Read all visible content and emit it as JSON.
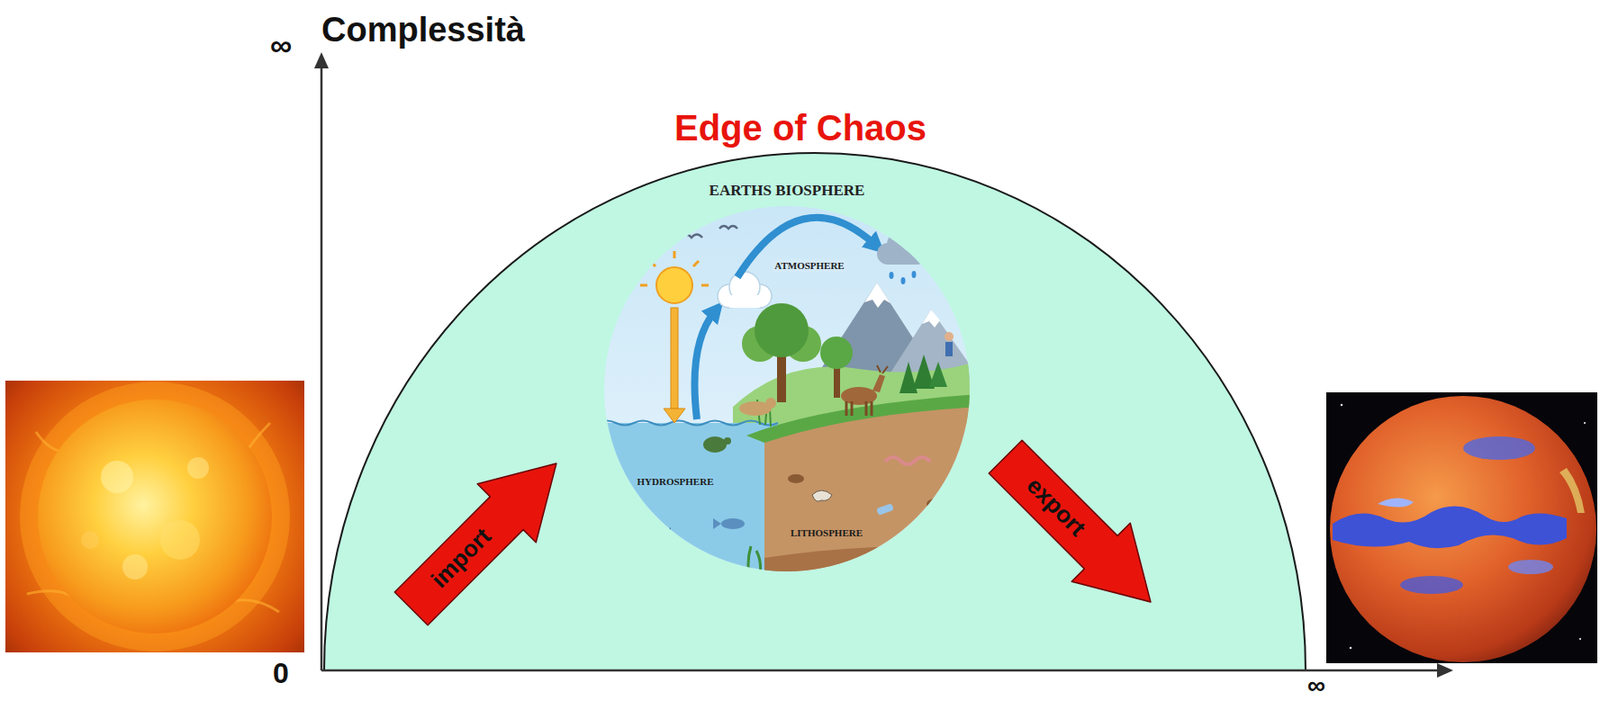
{
  "diagram": {
    "nodes": [
      {
        "text": [
          "Edge of Chaos"
        ]
      },
      {
        "text": [
          "EARTHS BIOSPHERE",
          "ATMOSPHERE",
          "HYDROSPHERE",
          "LITHOSPHERE"
        ],
        "in": 0
      },
      {
        "text": [
          "import"
        ],
        "in": 0
      },
      {
        "text": [
          "export"
        ],
        "in": 0
      }
    ],
    "labels": [
      "Complessità",
      "∞",
      "0",
      "∞"
    ]
  }
}
